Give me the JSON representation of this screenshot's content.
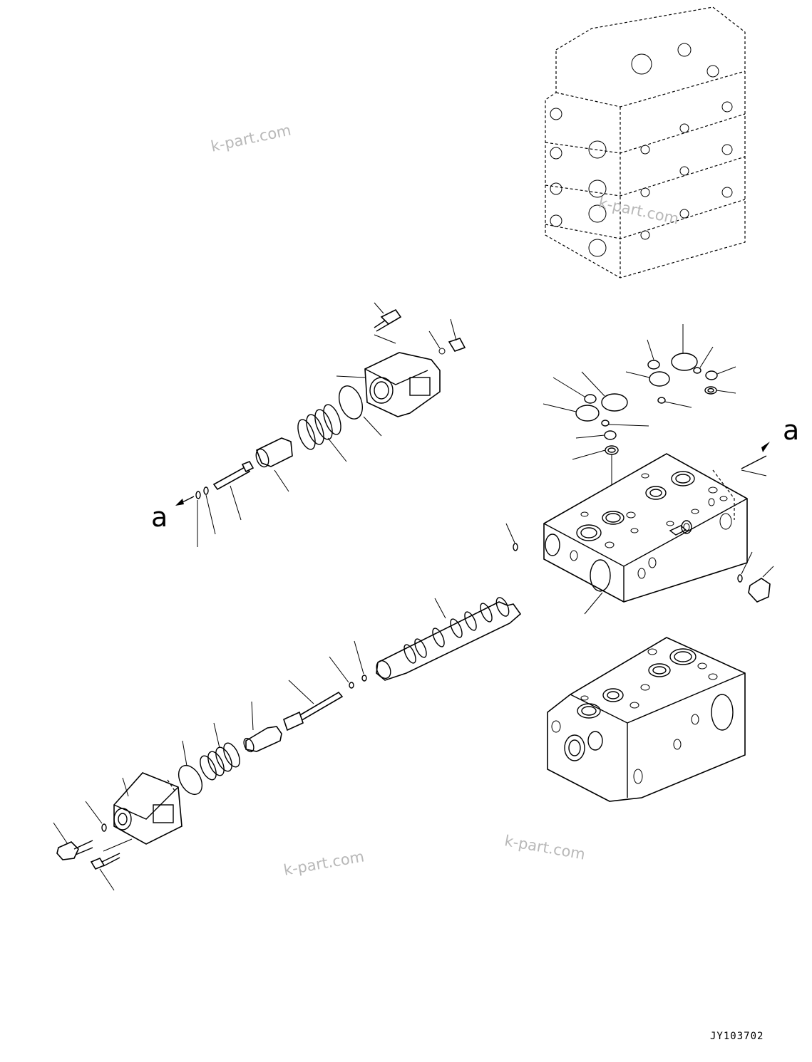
{
  "watermarks": [
    "k-part.com",
    "k-part.com",
    "k-part.com",
    "k-part.com"
  ],
  "callouts": {
    "top_right": "a",
    "left": "a"
  },
  "drawing_code": "JY103702",
  "colors": {
    "line": "#000000",
    "background": "#ffffff",
    "watermark": "#b8b8b8"
  }
}
